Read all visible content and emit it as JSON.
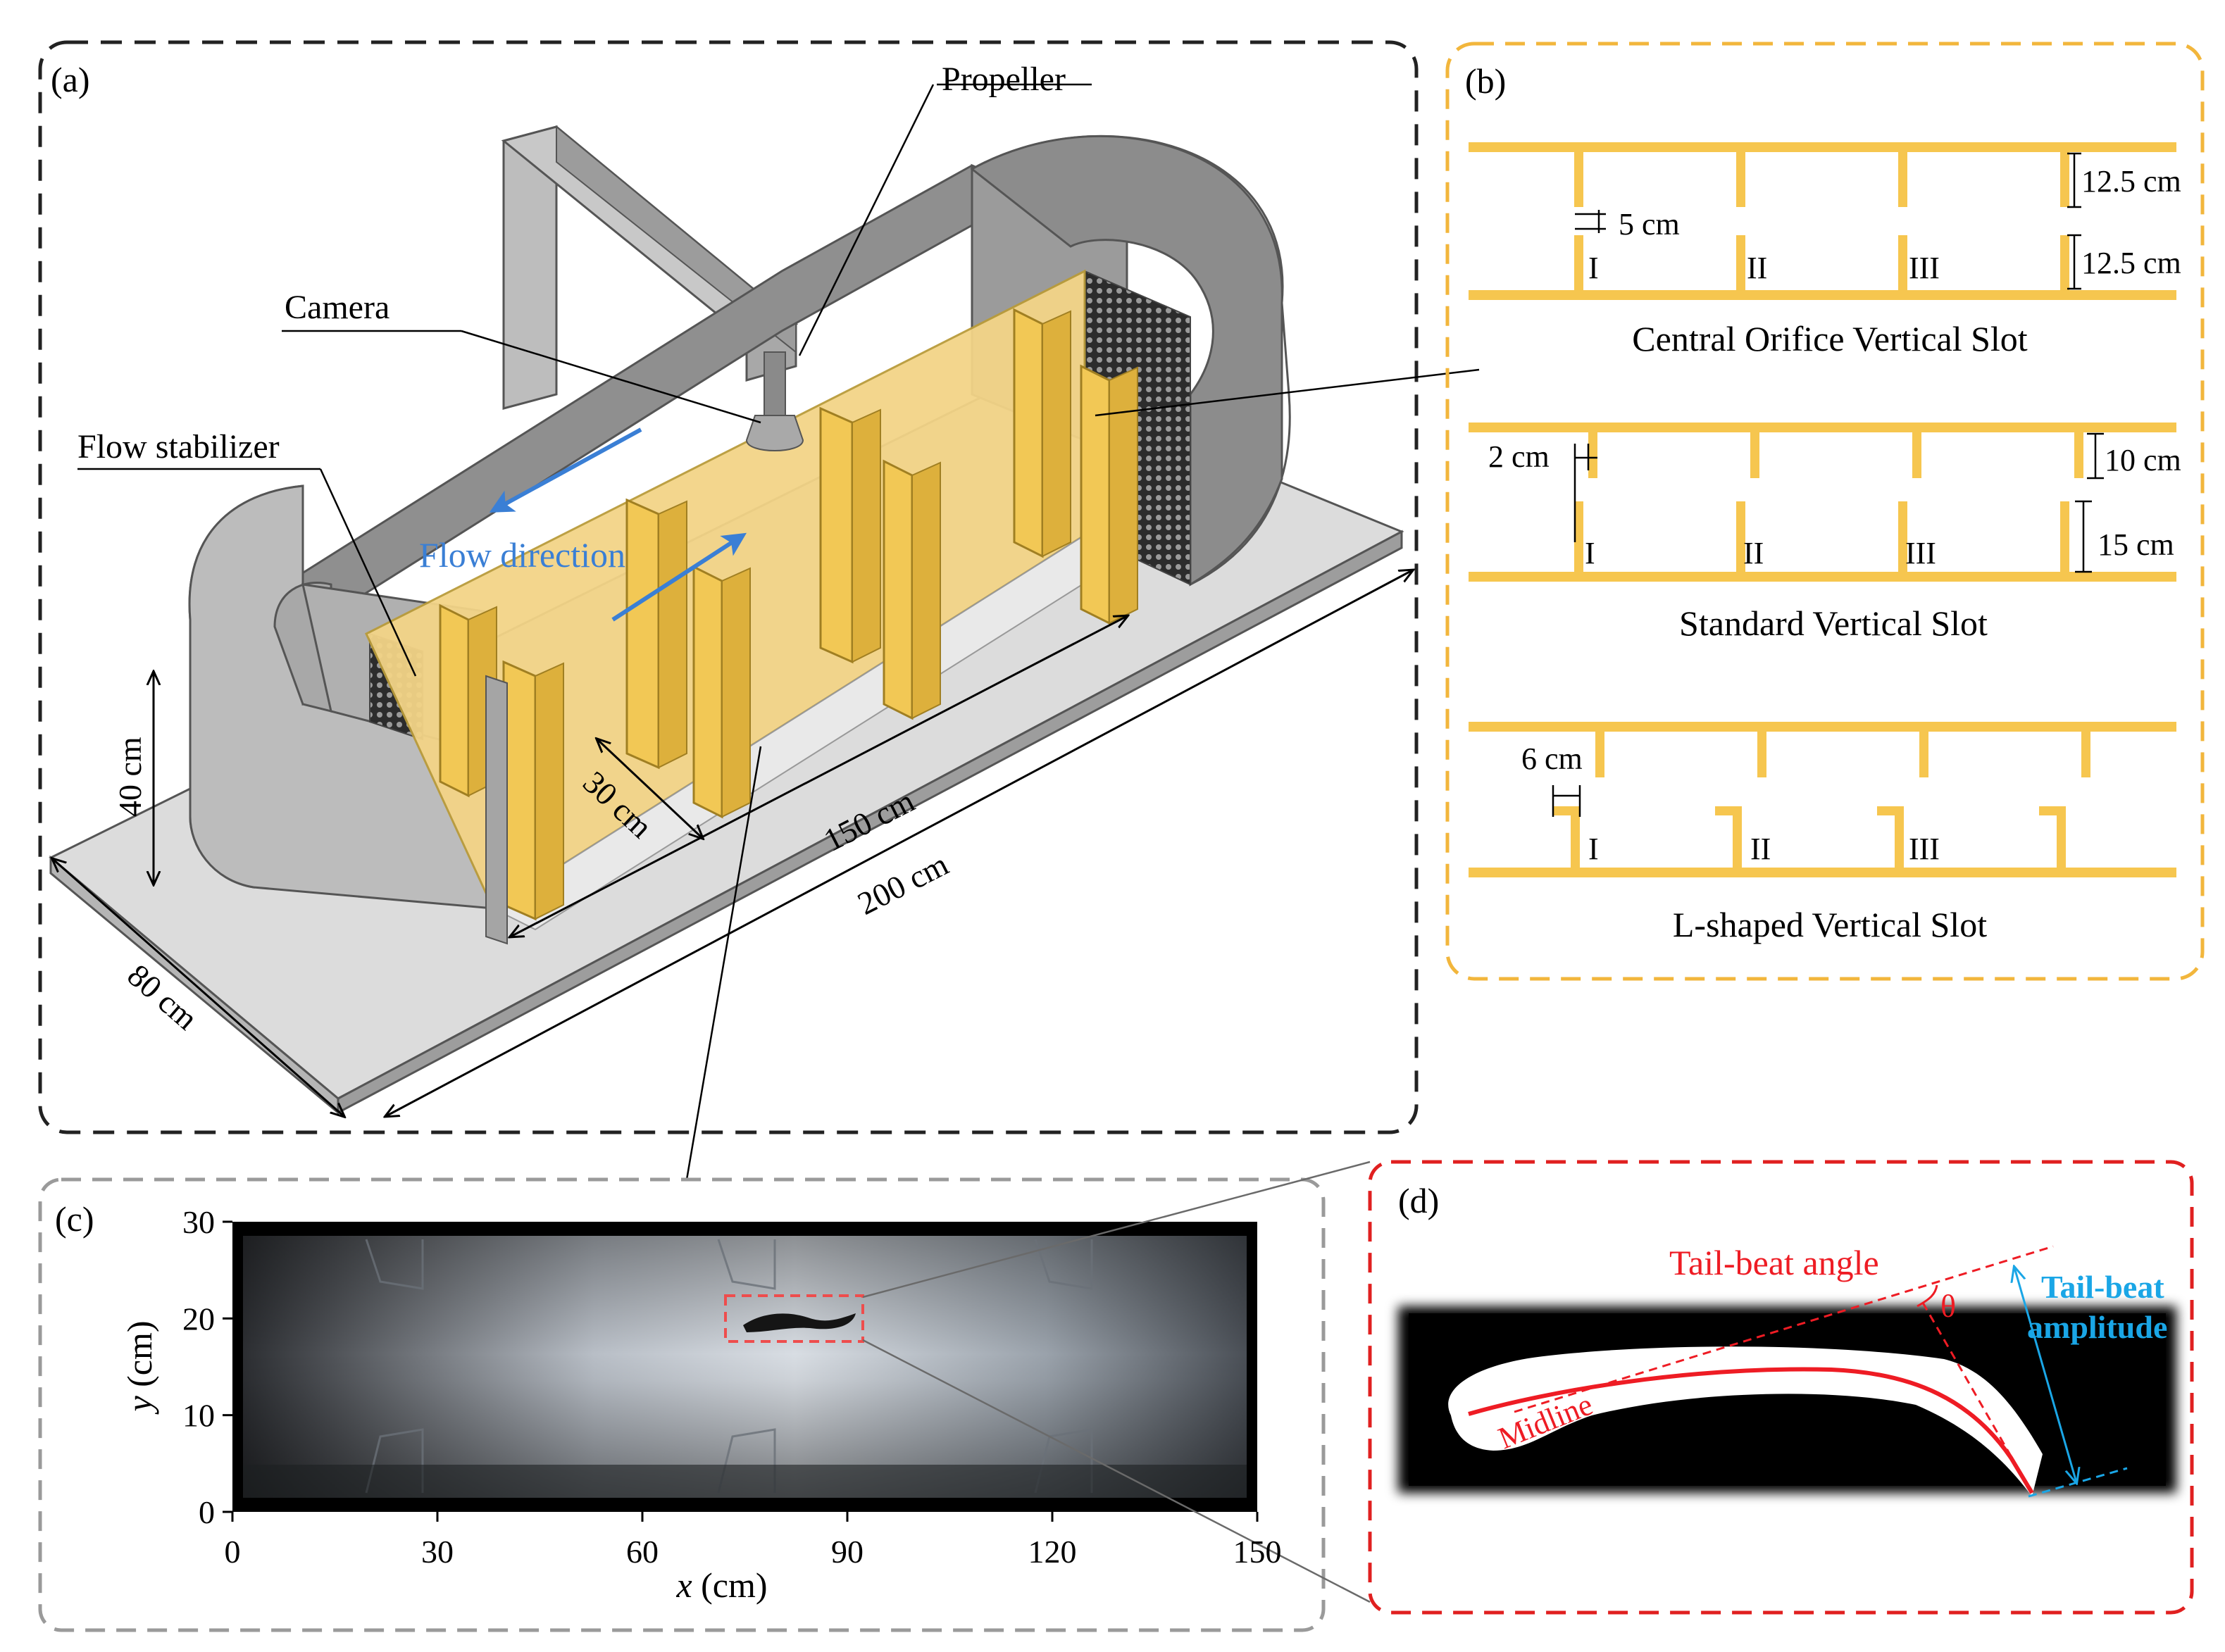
{
  "panel_a": {
    "tag": "(a)",
    "propeller": "Propeller",
    "camera": "Camera",
    "flow_stabilizer": "Flow stabilizer",
    "flow_direction": "Flow direction",
    "dim_height": "40 cm",
    "dim_width": "80 cm",
    "dim_spacing": "30 cm",
    "dim_section": "150 cm",
    "dim_length": "200 cm"
  },
  "panel_b": {
    "tag": "(b)",
    "roman": [
      "I",
      "II",
      "III"
    ],
    "designs": [
      {
        "title": "Central Orifice Vertical Slot",
        "dim_a": "5 cm",
        "dim_top": "12.5 cm",
        "dim_bottom": "12.5 cm"
      },
      {
        "title": "Standard Vertical Slot",
        "dim_a": "2 cm",
        "dim_top": "10 cm",
        "dim_bottom": "15 cm"
      },
      {
        "title": "L-shaped Vertical Slot",
        "dim_a": "6 cm"
      }
    ]
  },
  "panel_c": {
    "tag": "(c)",
    "x_axis": {
      "label_var": "x",
      "label_unit": " (cm)",
      "ticks": [
        "0",
        "30",
        "60",
        "90",
        "120",
        "150"
      ]
    },
    "y_axis": {
      "label_var": "y",
      "label_unit": " (cm)",
      "ticks": [
        "0",
        "10",
        "20",
        "30"
      ]
    }
  },
  "panel_d": {
    "tag": "(d)",
    "tail_beat_angle": "Tail-beat angle",
    "theta": "θ",
    "amplitude_line1": "Tail-beat",
    "amplitude_line2": "amplitude",
    "midline": "Midline"
  },
  "colors": {
    "baffle_yellow": "#f6c64f",
    "arrow_blue": "#3a7fd5",
    "tail_red": "#ee1c24",
    "amplitude_cyan": "#1aa6e6",
    "frame_a": "#222222",
    "frame_b": "#f2b63c",
    "frame_c": "#9a9a9a",
    "frame_d": "#e02020"
  }
}
